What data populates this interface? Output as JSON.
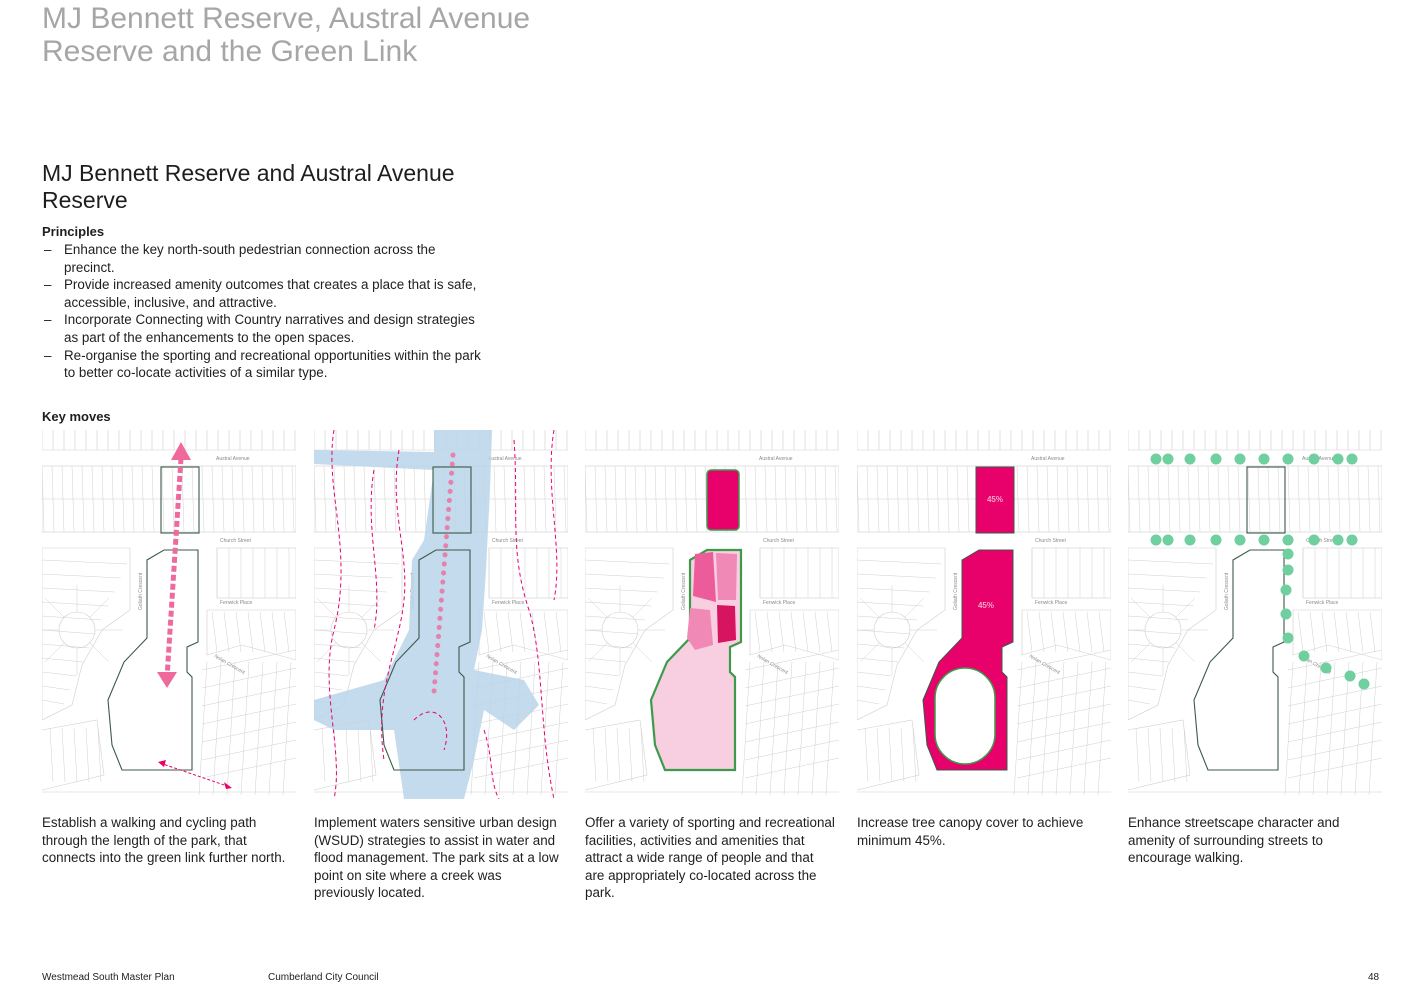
{
  "page": {
    "title_line1": "MJ Bennett Reserve, Austral Avenue",
    "title_line2": "Reserve and the Green Link"
  },
  "section": {
    "title": "MJ Bennett Reserve and Austral Avenue Reserve",
    "principles_heading": "Principles",
    "principles": [
      "Enhance the key north-south pedestrian connection across the precinct.",
      "Provide increased amenity outcomes that creates a place that is safe, accessible, inclusive, and attractive.",
      "Incorporate Connecting with Country narratives and design strategies as part of the enhancements to the open spaces.",
      "Re-organise the sporting and recreational opportunities within the park to better co-locate activities of a similar type."
    ],
    "key_moves_heading": "Key moves"
  },
  "map_labels": {
    "austral": "Austral Avenue",
    "church": "Church Street",
    "fenwick": "Fenwick Place",
    "nolan": "Nolan Crescent",
    "goliath": "Goliath Crescent"
  },
  "key_moves": [
    {
      "caption": "Establish a walking and cycling path through the length of the park, that connects into the green link further north."
    },
    {
      "caption": "Implement waters sensitive urban design (WSUD) strategies to assist in water and flood management. The park sits at a low point on site where a creek was previously located."
    },
    {
      "caption": "Offer a variety of sporting and recreational facilities, activities and amenities that attract a wide range of people and that are appropriately co-located across the park."
    },
    {
      "caption": "Increase tree canopy cover to achieve minimum 45%.",
      "canopy_label": "45%",
      "canopy_target_percent": 45
    },
    {
      "caption": "Enhance streetscape character and amenity of surrounding streets to encourage walking."
    }
  ],
  "colors": {
    "title_grey": "#a6a6a6",
    "magenta": "#e8006b",
    "pink_path": "#ef6a9c",
    "light_pink": "#f7cfe0",
    "water_blue": "#b8d5ea",
    "green_outline": "#3d9a4a",
    "tree_green": "#6fcf9f",
    "park_outline": "#3c5a48"
  },
  "footer": {
    "left": "Westmead South Master Plan",
    "middle": "Cumberland City Council",
    "page_number": "48"
  }
}
